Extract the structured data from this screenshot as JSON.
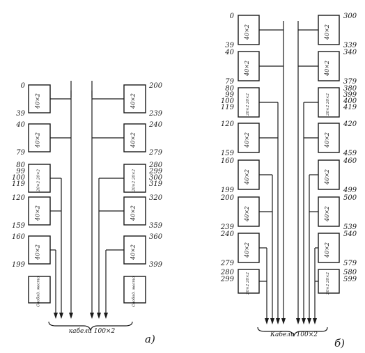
{
  "diagram_a": {
    "caption": "кабели 100×2",
    "part_label": "а)",
    "left": {
      "blocks": [
        {
          "text": "40×2",
          "top": "0",
          "bottom": "39"
        },
        {
          "text": "40×2",
          "top": "40",
          "bottom": "79"
        },
        {
          "text": "20×2 20×2",
          "top": "80",
          "bottom": "99",
          "top2": "100",
          "bottom2": "119"
        },
        {
          "text": "40×2",
          "top": "120",
          "bottom": "159"
        },
        {
          "text": "40×2",
          "top": "160",
          "bottom": "199"
        },
        {
          "text": "Свобод. место"
        }
      ]
    },
    "right": {
      "blocks": [
        {
          "text": "40×2",
          "top": "200",
          "bottom": "239"
        },
        {
          "text": "40×2",
          "top": "240",
          "bottom": "279"
        },
        {
          "text": "20×2 20×2",
          "top": "280",
          "bottom": "299",
          "top2": "300",
          "bottom2": "319"
        },
        {
          "text": "40×2",
          "top": "320",
          "bottom": "359"
        },
        {
          "text": "40×2",
          "top": "360",
          "bottom": "399"
        },
        {
          "text": "Свобод. место"
        }
      ]
    }
  },
  "diagram_b": {
    "caption": "Кабели 100×2",
    "part_label": "б)",
    "left": {
      "blocks": [
        {
          "text": "40×2",
          "top": "0",
          "bottom": "39"
        },
        {
          "text": "40×2",
          "top": "40",
          "bottom": "79"
        },
        {
          "text": "20×2 20×2",
          "top": "80",
          "bottom": "99",
          "top2": "100",
          "bottom2": "119"
        },
        {
          "text": "40×2",
          "top": "120",
          "bottom": "159"
        },
        {
          "text": "40×2",
          "top": "160",
          "bottom": "199"
        },
        {
          "text": "40×2",
          "top": "200",
          "bottom": "239"
        },
        {
          "text": "40×2",
          "top": "240",
          "bottom": "279"
        },
        {
          "text": "20×2 20×2",
          "top": "280",
          "bottom": "299"
        }
      ]
    },
    "right": {
      "blocks": [
        {
          "text": "40×2",
          "top": "300",
          "bottom": "339"
        },
        {
          "text": "40×2",
          "top": "340",
          "bottom": "379"
        },
        {
          "text": "20×2 20×2",
          "top": "380",
          "bottom": "399",
          "top2": "400",
          "bottom2": "419"
        },
        {
          "text": "40×2",
          "top": "420",
          "bottom": "459"
        },
        {
          "text": "40×2",
          "top": "460",
          "bottom": "499"
        },
        {
          "text": "40×2",
          "top": "500",
          "bottom": "539"
        },
        {
          "text": "40×2",
          "top": "540",
          "bottom": "579"
        },
        {
          "text": "20×2 20×2",
          "top": "580",
          "bottom": "599"
        }
      ]
    }
  }
}
